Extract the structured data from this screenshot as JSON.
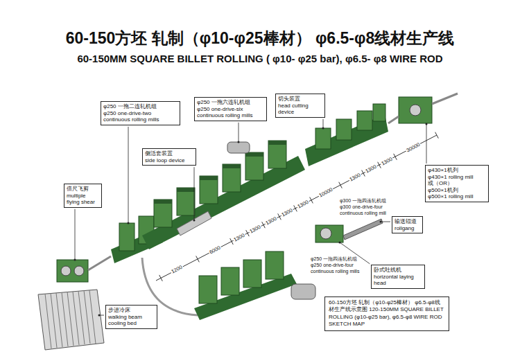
{
  "diagram": {
    "title": "60-150方坯 轧制（φ10-φ25棒材） φ6.5-φ8线材生产线",
    "caption": "60-150方坯 轧制（φ10-φ25棒材） φ6.5-φ8线材生产线示意图 120-150MM SQUARE BILLET ROLLING (φ10-φ25 bar), φ6.5-φ8 WIRE ROD SKETCH MAP",
    "nodes": [
      {
        "text": [
          "φ250 一拖二连轧机组",
          "φ250 one-drive-two continuous rolling mills"
        ]
      },
      {
        "text": [
          "φ250 一拖六连轧机组",
          "φ250 one-drive-six continuous rolling mills"
        ]
      },
      {
        "text": [
          "切头装置",
          "head cutting device"
        ]
      },
      {
        "text": [
          "侧活套装置",
          "side loop device"
        ]
      },
      {
        "text": [
          "φ430×1机列",
          "φ430×1 rolling mill",
          "或（OR）",
          "φ500×1机列",
          "φ500×1 rolling mill"
        ]
      },
      {
        "text": [
          "倍尺飞剪",
          "multiple flying shear"
        ]
      },
      {
        "text": [
          "输送辊道",
          "rollgang"
        ]
      },
      {
        "text": [
          "卧式吐线机",
          "horizontal laying head"
        ]
      },
      {
        "text": [
          "步进冷床",
          "walking beam cooling bed"
        ]
      }
    ],
    "labels": [
      "60-150MM SQUARE BILLET ROLLING ( φ10- φ25 bar), φ6.5- φ8 WIRE ROD",
      "φ300 一拖四连轧机组",
      "φ300 one-drive-four continuous rolling mill",
      "φ250 一拖四连轧机组",
      "φ250 one-drive-four continuous rolling mills",
      "1200",
      "6000",
      "1300",
      "1300",
      "1300",
      "1300",
      "1300",
      "10000",
      "1300",
      "1300",
      "1300",
      "30000"
    ]
  }
}
